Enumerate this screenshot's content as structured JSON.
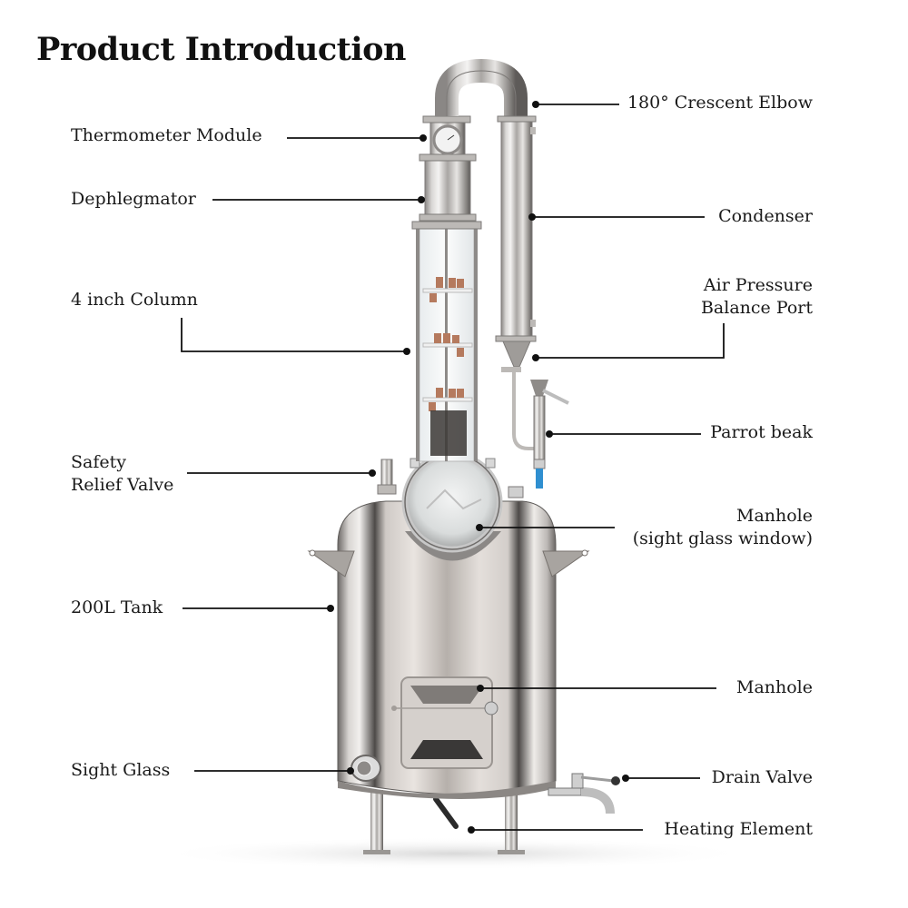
{
  "title": "Product Introduction",
  "labels": {
    "thermometer_module": "Thermometer Module",
    "dephlegmator": "Dephlegmator",
    "column": "4 inch Column",
    "safety_relief_valve_1": "Safety",
    "safety_relief_valve_2": "Relief Valve",
    "tank": "200L Tank",
    "sight_glass": "Sight Glass",
    "crescent_elbow": "180° Crescent Elbow",
    "condenser": "Condenser",
    "air_pressure_1": "Air Pressure",
    "air_pressure_2": "Balance Port",
    "parrot_beak": "Parrot beak",
    "manhole_top_1": "Manhole",
    "manhole_top_2": "(sight glass window)",
    "manhole": "Manhole",
    "drain_valve": "Drain Valve",
    "heating_element": "Heating Element"
  },
  "colors": {
    "steel_light": "#e6e6e6",
    "steel_mid": "#b9b6b3",
    "steel_dark": "#6f6c6a",
    "copper": "#b57a5e",
    "valve_blue": "#2f8fd0",
    "leader": "#111111"
  }
}
